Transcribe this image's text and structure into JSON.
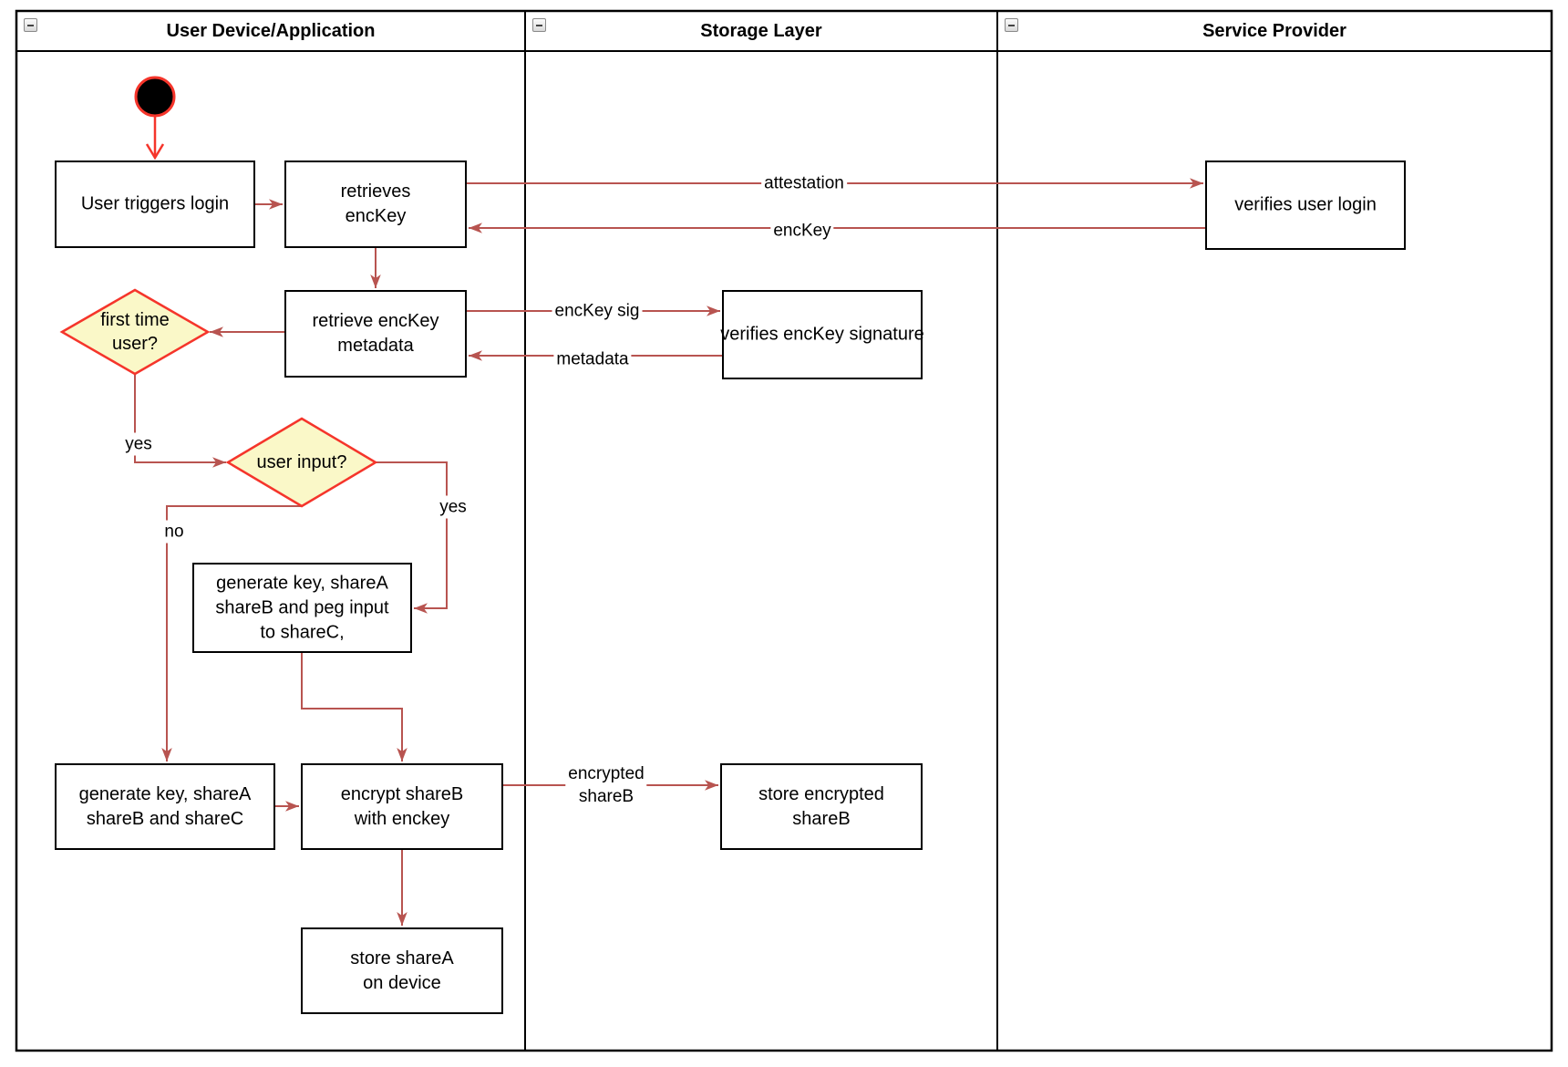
{
  "diagram": {
    "lanes": [
      {
        "title": "User Device/Application"
      },
      {
        "title": "Storage Layer"
      },
      {
        "title": "Service Provider"
      }
    ],
    "nodes": {
      "user_triggers_login": {
        "lines": [
          "User triggers login"
        ]
      },
      "retrieves_enckey": {
        "lines": [
          "retrieves",
          "encKey"
        ]
      },
      "retrieve_enckey_metadata": {
        "lines": [
          "retrieve encKey",
          "metadata"
        ]
      },
      "first_time_user": {
        "lines": [
          "first time",
          "user?"
        ]
      },
      "user_input": {
        "lines": [
          "user input?"
        ]
      },
      "generate_key_peg_input": {
        "lines": [
          "generate key, shareA",
          "shareB and peg input",
          "to shareC,"
        ]
      },
      "generate_key_sharec": {
        "lines": [
          "generate key, shareA",
          "shareB and shareC"
        ]
      },
      "encrypt_shareb": {
        "lines": [
          "encrypt shareB",
          "with enckey"
        ]
      },
      "store_sharea": {
        "lines": [
          "store shareA",
          "on device"
        ]
      },
      "verifies_enckey_signature": {
        "lines": [
          "verifies encKey signature"
        ]
      },
      "store_encrypted_shareb": {
        "lines": [
          "store encrypted",
          "shareB"
        ]
      },
      "verifies_user_login": {
        "lines": [
          "verifies user login"
        ]
      }
    },
    "edge_labels": {
      "attestation": "attestation",
      "enckey": "encKey",
      "enckey_sig": "encKey sig",
      "metadata": "metadata",
      "yes_first_time": "yes",
      "yes_user_input": "yes",
      "no_user_input": "no",
      "encrypted_shareb": [
        "encrypted",
        "shareB"
      ]
    },
    "colors": {
      "arrow_brown": "#B85450",
      "accent_red": "#F5352B",
      "decision_fill": "#FAF8C8",
      "node_border": "#000000",
      "start_fill": "#000000"
    }
  }
}
